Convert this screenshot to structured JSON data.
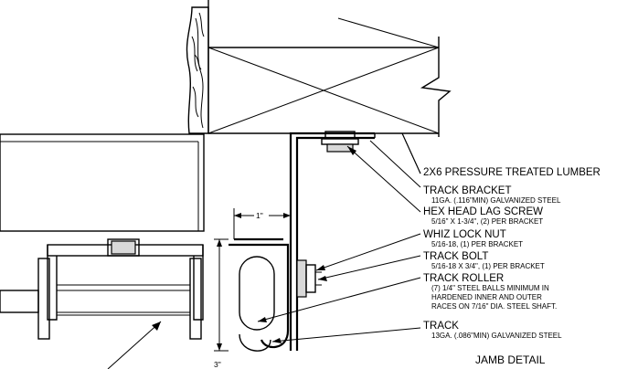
{
  "labels": [
    {
      "id": "lumber",
      "title": "2X6 PRESSURE TREATED LUMBER",
      "sub": []
    },
    {
      "id": "bracket",
      "title": "TRACK BRACKET",
      "sub": [
        "11GA. (.116\"MIN) GALVANIZED STEEL"
      ]
    },
    {
      "id": "lag",
      "title": "HEX HEAD LAG SCREW",
      "sub": [
        "5/16\" X 1-3/4\", (2) PER BRACKET"
      ]
    },
    {
      "id": "nut",
      "title": "WHIZ LOCK NUT",
      "sub": [
        "5/16-18, (1) PER BRACKET"
      ]
    },
    {
      "id": "bolt",
      "title": "TRACK BOLT",
      "sub": [
        "5/16-18 X 3/4\", (1) PER BRACKET"
      ]
    },
    {
      "id": "roller",
      "title": "TRACK ROLLER",
      "sub": [
        "(7) 1/4\" STEEL BALLS MINIMUM IN",
        "HARDENED INNER AND OUTER",
        "RACES ON 7/16\" DIA. STEEL  SHAFT."
      ]
    },
    {
      "id": "track",
      "title": "TRACK",
      "sub": [
        "13GA. (.086\"MIN) GALVANIZED STEEL"
      ]
    }
  ],
  "dimensions": {
    "horizontal": "1\"",
    "vertical": "3\""
  },
  "detail_title": "JAMB DETAIL"
}
